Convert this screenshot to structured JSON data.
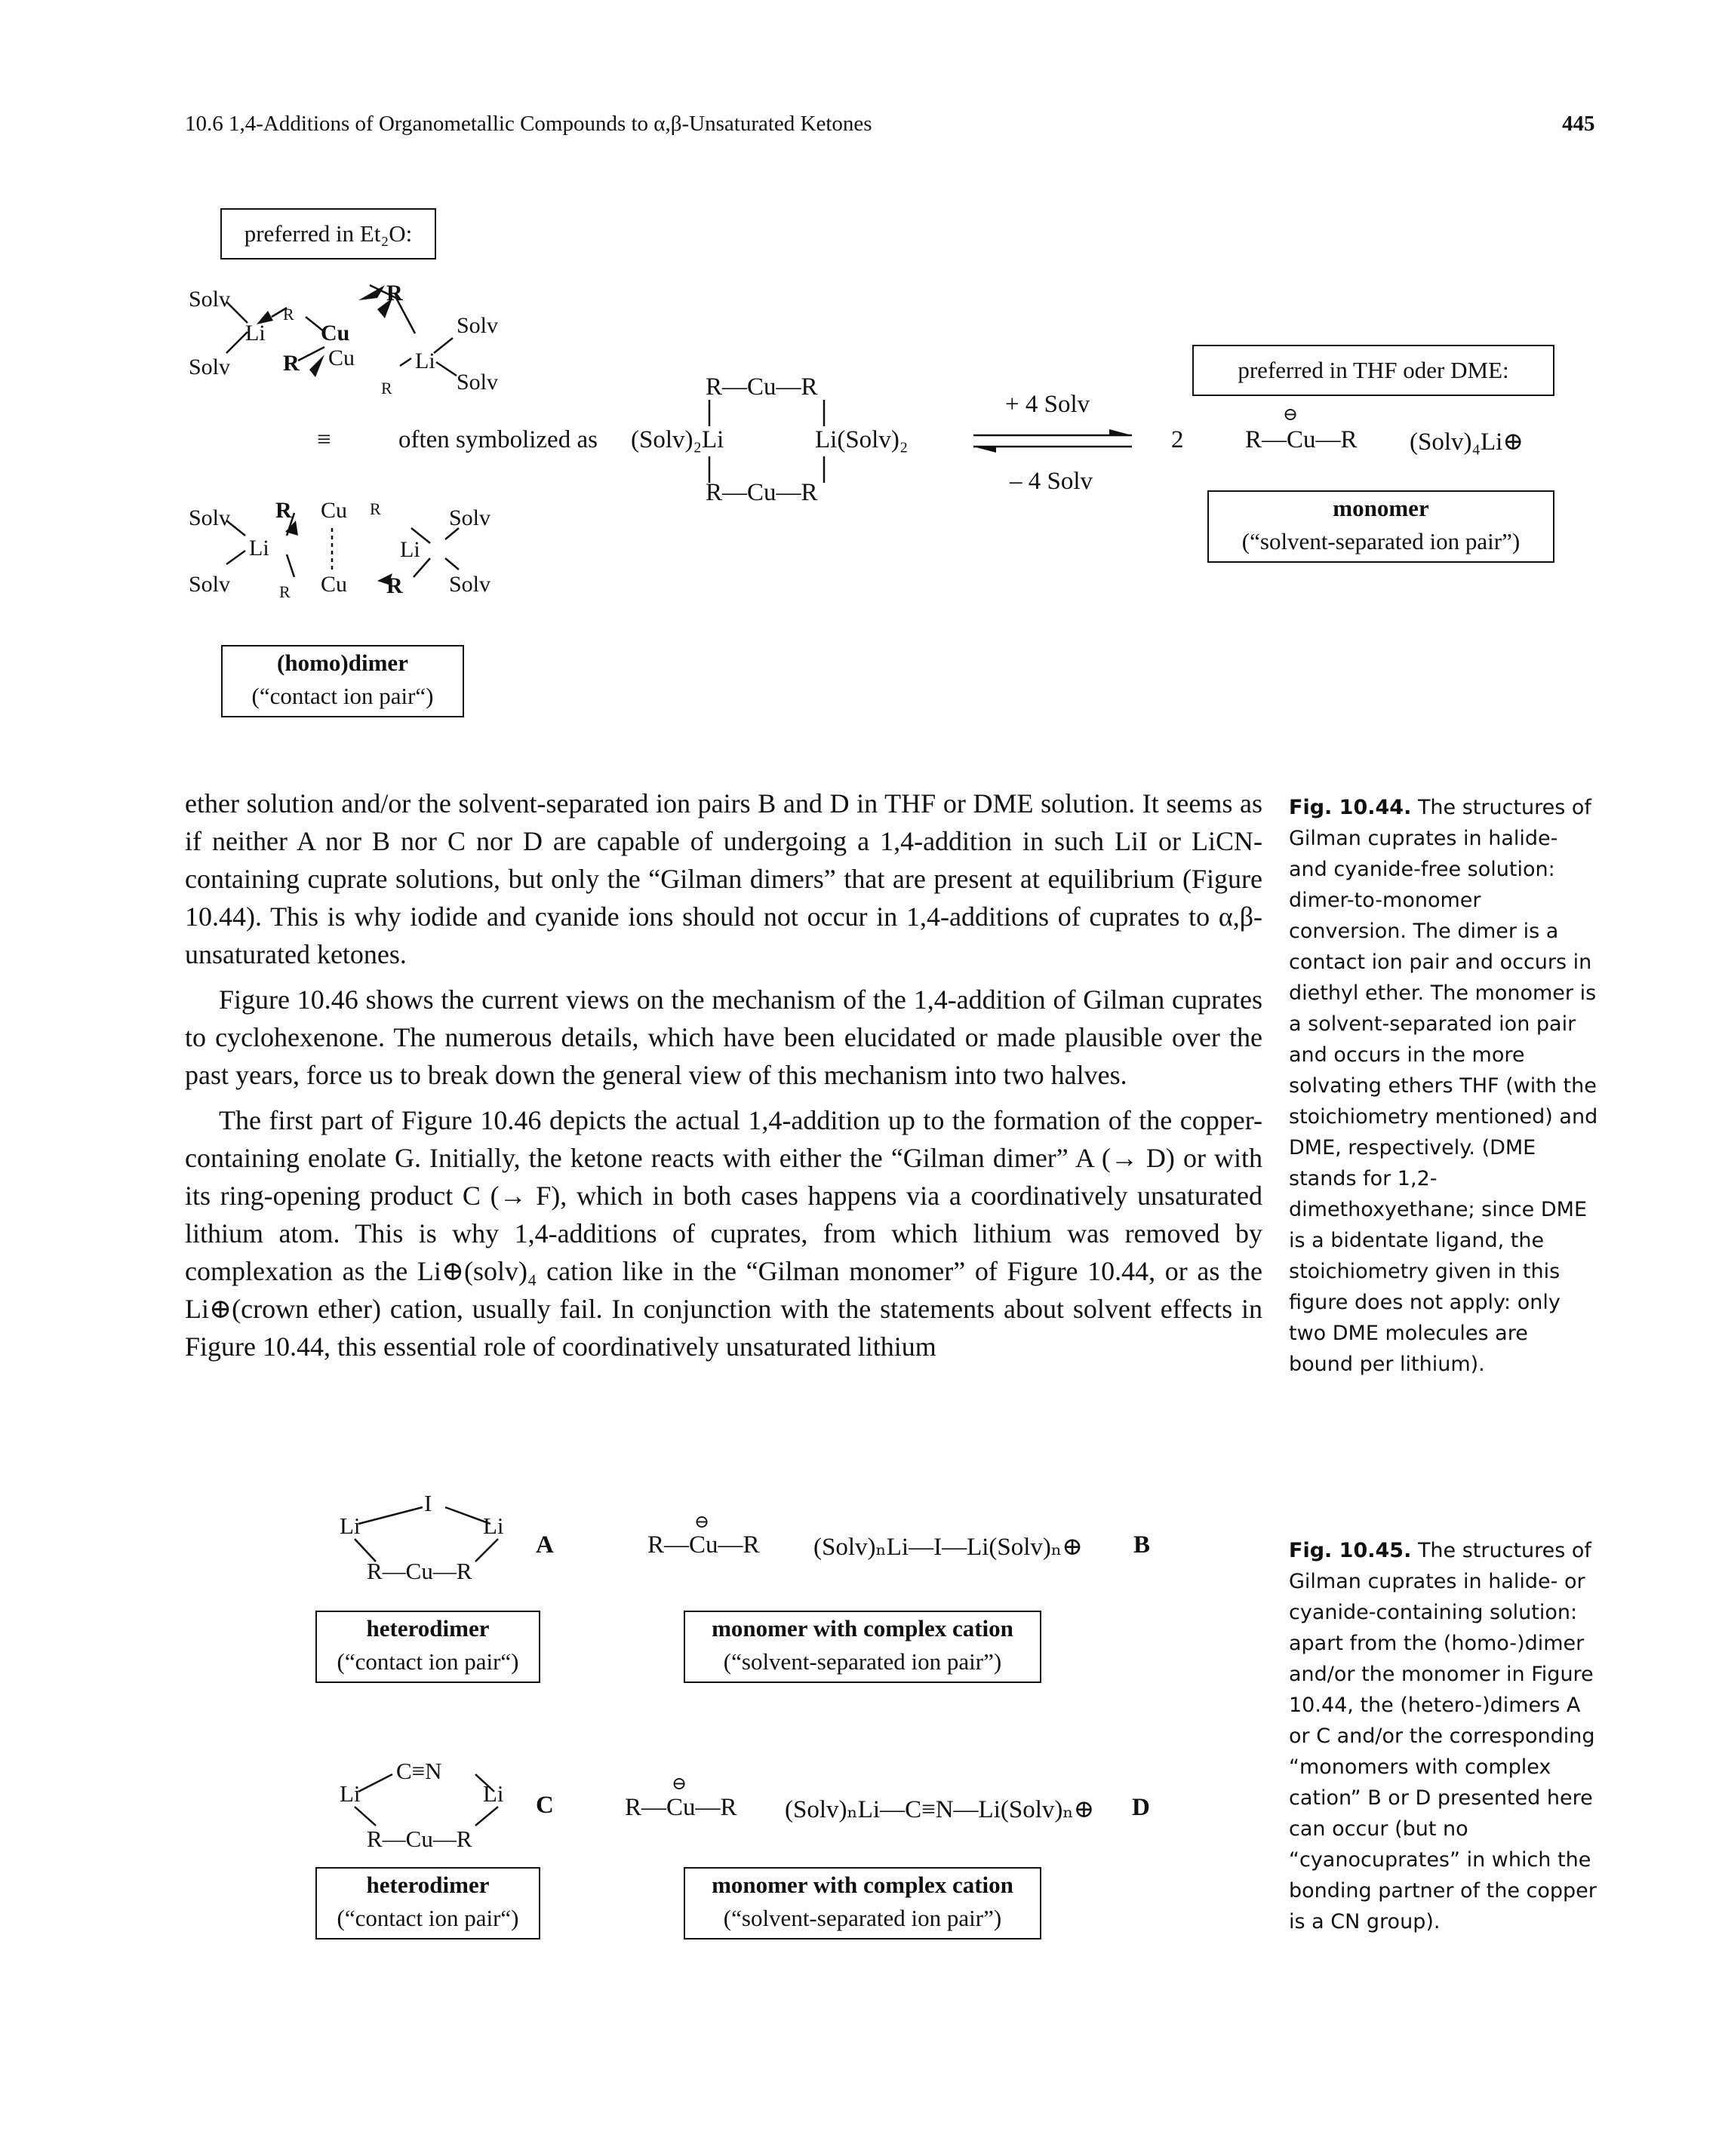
{
  "header": {
    "section": "10.6 1,4-Additions of Organometallic Compounds to α,β-Unsaturated Ketones",
    "page_number": "445"
  },
  "figure_10_44": {
    "box_et2o": "preferred in Et₂O:",
    "symbolized_label": "often symbolized as",
    "equiv_symbol": "≡",
    "forward_label": "+ 4 Solv",
    "reverse_label": "– 4 Solv",
    "stoich": "2",
    "box_thf": "preferred in THF oder DME:",
    "monomer_formula": "R—Cu—R",
    "monomer_counter": "(Solv)₄Li⊕",
    "monomer_charge": "⊖",
    "monomer_title": "monomer",
    "monomer_sub": "(“solvent-separated ion pair”)",
    "dimer_title": "(homo)dimer",
    "dimer_sub": "(“contact ion pair“)",
    "ladder_left": "(Solv)₂Li",
    "ladder_right": "Li(Solv)₂",
    "ladder_top": "R—Cu—R",
    "ladder_bottom": "R—Cu—R"
  },
  "body": {
    "p1": "ether solution and/or the solvent-separated ion pairs B and D in THF or DME solution. It seems as if neither A nor B nor C nor D are capable of undergoing a 1,4-addition in such LiI or LiCN-containing cuprate solutions, but only the “Gilman dimers” that are present at equilibrium (Figure 10.44). This is why iodide and cyanide ions should not occur in 1,4-additions of cuprates to α,β-unsaturated ketones.",
    "p2": "Figure 10.46 shows the current views on the mechanism of the 1,4-addition of Gilman cuprates to cyclohexenone. The numerous details, which have been elucidated or made plausible over the past years, force us to break down the general view of this mechanism into two halves.",
    "p3": "The first part of Figure 10.46 depicts the actual 1,4-addition up to the formation of the copper-containing enolate G. Initially, the ketone reacts with either the “Gilman dimer” A (→ D) or with its ring-opening product C (→ F), which in both cases happens via a coordinatively unsaturated lithium atom. This is why 1,4-additions of cuprates, from which lithium was removed by complexation as the Li⊕(solv)₄ cation like in the “Gilman monomer” of Figure 10.44, or as the Li⊕(crown ether) cation, usually fail. In conjunction with the statements about solvent effects in Figure 10.44, this essential role of coordinatively unsaturated lithium"
  },
  "caption_10_44": {
    "label": "Fig. 10.44.",
    "text": "The structures of Gilman cuprates in halide- and cyanide-free solution: dimer-to-monomer conversion. The dimer is a contact ion pair and occurs in diethyl ether. The monomer is a solvent-separated ion pair and occurs in the more solvating ethers THF (with the stoichiometry mentioned) and DME, respectively. (DME stands for 1,2-dimethoxyethane; since DME is a bidentate ligand, the stoichiometry given in this figure does not apply: only two DME molecules are bound per lithium)."
  },
  "figure_10_45": {
    "label_A": "A",
    "label_B": "B",
    "label_C": "C",
    "label_D": "D",
    "cu_formula": "R—Cu—R",
    "anion_charge": "⊖",
    "B_cation": "(Solv)ₙLi—I—Li(Solv)ₙ⊕",
    "D_cation": "(Solv)ₙLi—C≡N—Li(Solv)ₙ⊕",
    "hetero_title": "heterodimer",
    "hetero_sub": "(“contact ion pair“)",
    "complex_title": "monomer with complex cation",
    "complex_sub": "(“solvent-separated ion pair”)"
  },
  "caption_10_45": {
    "label": "Fig. 10.45.",
    "text": "The structures of Gilman cuprates in halide- or cyanide-containing solution: apart from the (homo-)dimer and/or the monomer in Figure 10.44, the (hetero-)dimers A or C and/or the corresponding “monomers with complex cation” B or D presented here can occur (but no “cyanocuprates” in which the bonding partner of the copper is a CN group)."
  }
}
